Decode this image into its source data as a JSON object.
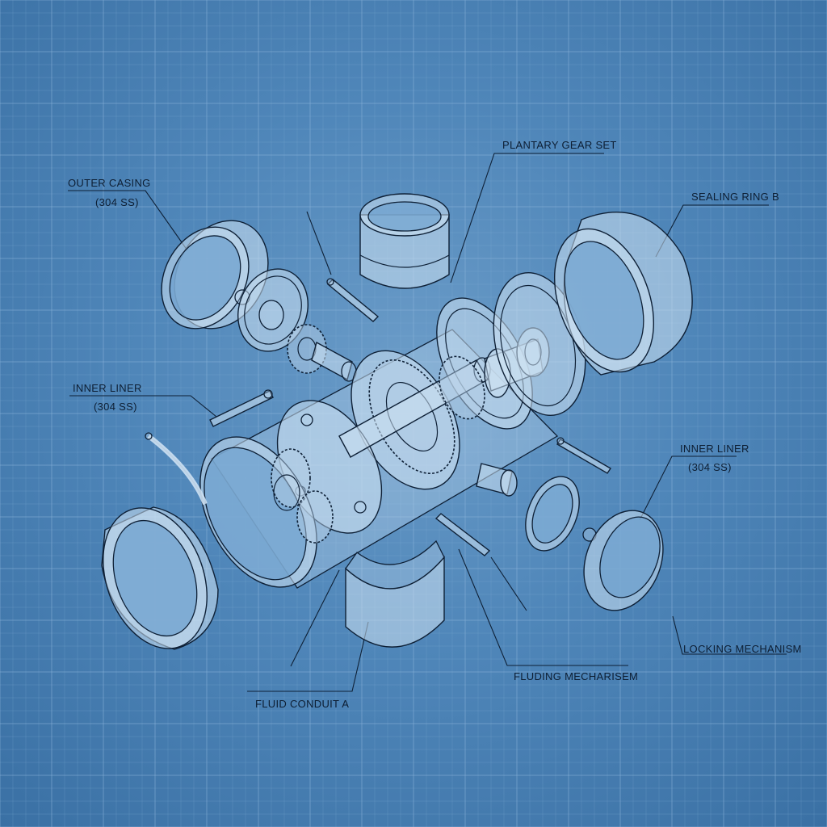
{
  "labels": {
    "outer_casing": "OUTER CASING",
    "outer_casing_material": "(304 SS)",
    "planetary_gear_set": "PLANTARY GEAR SET",
    "sealing_ring_b": "SEALING RING B",
    "inner_liner_left": "INNER LINER",
    "inner_liner_left_material": "(304 SS)",
    "inner_liner_right": "INNER LINER",
    "inner_liner_right_material": "(304 SS)",
    "locking_mechanism": "LOCKING MECHANISM",
    "fluid_mechanism": "FLUDING MECHARISEM",
    "fluid_conduit_a": "FLUID CONDUIT A"
  },
  "colors": {
    "background": "#4f86b9",
    "line": "#0e2036",
    "grid": "#8ab3d8"
  }
}
